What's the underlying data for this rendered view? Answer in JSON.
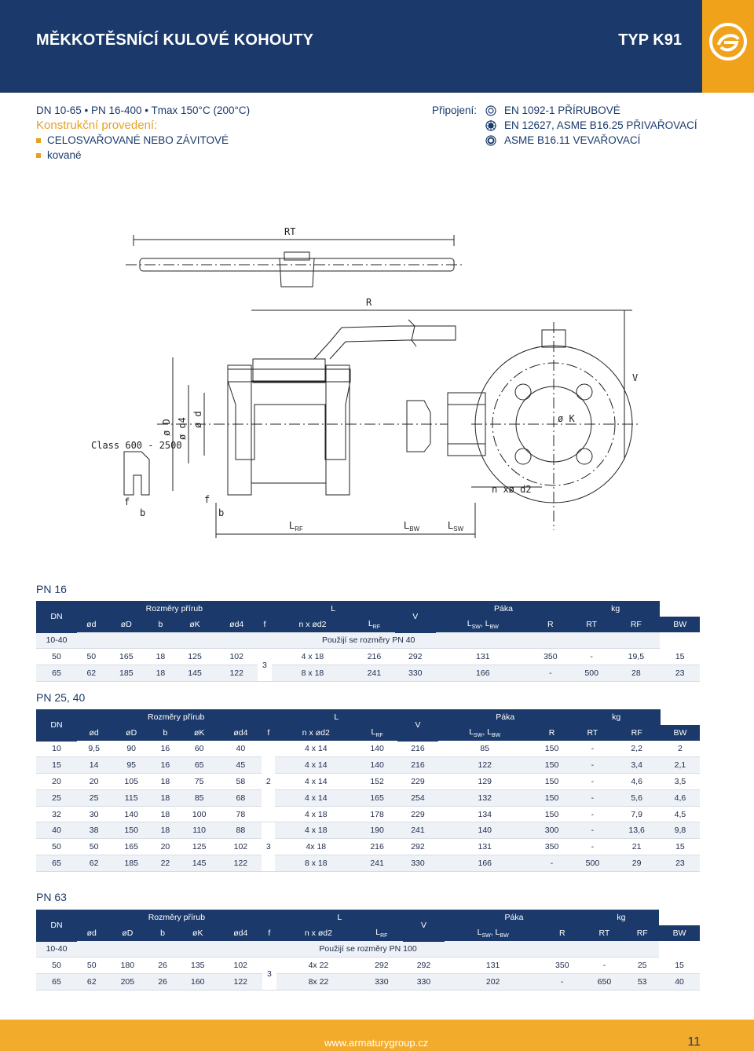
{
  "header": {
    "title": "MĚKKOTĚSNÍCÍ KULOVÉ KOHOUTY",
    "type": "TYP K91",
    "logo_icon": "company-logo"
  },
  "spec": {
    "line1": "DN 10-65 • PN 16-400 • Tmax 150°C (200°C)",
    "construction_label": "Konstrukční provedení:",
    "items": [
      "CELOSVAŘOVANÉ NEBO ZÁVITOVÉ",
      "kované"
    ]
  },
  "connections": {
    "label": "Připojení:",
    "items": [
      {
        "icon": "flange-icon",
        "text": "EN 1092-1 PŘÍRUBOVÉ"
      },
      {
        "icon": "weld-icon",
        "text": "EN 12627, ASME B16.25 PŘIVAŘOVACÍ"
      },
      {
        "icon": "socket-icon",
        "text": "ASME B16.11 VEVAŘOVACÍ"
      }
    ]
  },
  "drawing": {
    "labels": {
      "rt": "RT",
      "r": "R",
      "v": "V",
      "class": "Class 600 - 2500",
      "d": "ø D",
      "d4": "ø d4",
      "dd": "ø d",
      "k": "ø K",
      "nd2": "n xø d2",
      "f": "f",
      "b": "b",
      "lrf": "L",
      "lrf_sub": "RF",
      "lbw": "L",
      "lbw_sub": "BW",
      "lsw": "L",
      "lsw_sub": "SW"
    }
  },
  "headers": {
    "dn": "DN",
    "dims": "Rozměry přírub",
    "l": "L",
    "v": "V",
    "paka": "Páka",
    "kg": "kg",
    "od": "ød",
    "oD": "øD",
    "b": "b",
    "oK": "øK",
    "od4": "ød4",
    "f": "f",
    "nd2": "n x ød2",
    "lrf": "L",
    "lrf_sub": "RF",
    "lsw": "L",
    "lsw_sub": "SW",
    "lbw": ", L",
    "lbw_sub": "BW",
    "r": "R",
    "rt": "RT",
    "rf": "RF",
    "bw": "BW"
  },
  "pn16": {
    "title": "PN 16",
    "note_dn": "10-40",
    "note": "Použijí se rozměry  PN 40",
    "f_merged": "3",
    "rows": [
      [
        "50",
        "50",
        "165",
        "18",
        "125",
        "102",
        "4 x 18",
        "216",
        "292",
        "131",
        "350",
        "-",
        "19,5",
        "15"
      ],
      [
        "65",
        "62",
        "185",
        "18",
        "145",
        "122",
        "8 x 18",
        "241",
        "330",
        "166",
        "-",
        "500",
        "28",
        "23"
      ]
    ]
  },
  "pn25": {
    "title": "PN 25, 40",
    "f_a": "2",
    "f_b": "3",
    "rows": [
      [
        "10",
        "9,5",
        "90",
        "16",
        "60",
        "40",
        "4 x 14",
        "140",
        "216",
        "85",
        "150",
        "-",
        "2,2",
        "2"
      ],
      [
        "15",
        "14",
        "95",
        "16",
        "65",
        "45",
        "4 x 14",
        "140",
        "216",
        "122",
        "150",
        "-",
        "3,4",
        "2,1"
      ],
      [
        "20",
        "20",
        "105",
        "18",
        "75",
        "58",
        "4 x 14",
        "152",
        "229",
        "129",
        "150",
        "-",
        "4,6",
        "3,5"
      ],
      [
        "25",
        "25",
        "115",
        "18",
        "85",
        "68",
        "4 x 14",
        "165",
        "254",
        "132",
        "150",
        "-",
        "5,6",
        "4,6"
      ],
      [
        "32",
        "30",
        "140",
        "18",
        "100",
        "78",
        "4 x 18",
        "178",
        "229",
        "134",
        "150",
        "-",
        "7,9",
        "4,5"
      ],
      [
        "40",
        "38",
        "150",
        "18",
        "110",
        "88",
        "4 x 18",
        "190",
        "241",
        "140",
        "300",
        "-",
        "13,6",
        "9,8"
      ],
      [
        "50",
        "50",
        "165",
        "20",
        "125",
        "102",
        "4x 18",
        "216",
        "292",
        "131",
        "350",
        "-",
        "21",
        "15"
      ],
      [
        "65",
        "62",
        "185",
        "22",
        "145",
        "122",
        "8 x 18",
        "241",
        "330",
        "166",
        "-",
        "500",
        "29",
        "23"
      ]
    ]
  },
  "pn63": {
    "title": "PN 63",
    "note_dn": "10-40",
    "note": "Použijí se rozměry  PN 100",
    "f_merged": "3",
    "rows": [
      [
        "50",
        "50",
        "180",
        "26",
        "135",
        "102",
        "4x 22",
        "292",
        "292",
        "131",
        "350",
        "-",
        "25",
        "15"
      ],
      [
        "65",
        "62",
        "205",
        "26",
        "160",
        "122",
        "8x 22",
        "330",
        "330",
        "202",
        "-",
        "650",
        "53",
        "40"
      ]
    ]
  },
  "footer": {
    "url": "www.armaturygroup.cz",
    "page": "11"
  }
}
